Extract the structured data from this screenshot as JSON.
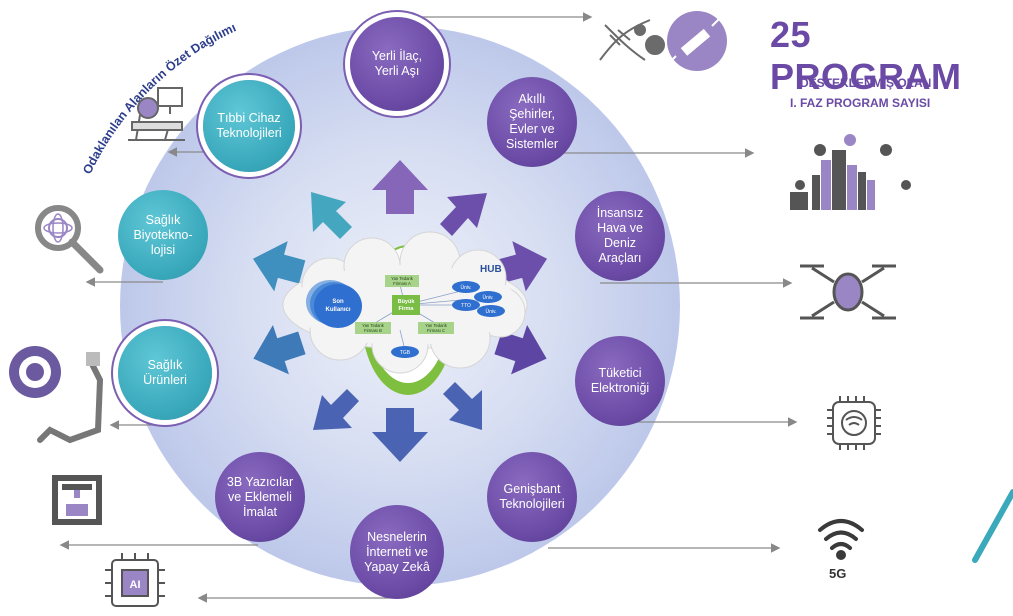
{
  "heading": {
    "curved_title": "Odaklanılan Alanların Özet Dağılımı",
    "big_number": "25 PROGRAM",
    "sub_line1": "DESTEKLENMİŞ OLAN",
    "sub_line2": "I. FAZ PROGRAM SAYISI"
  },
  "nodes": {
    "yerli_ilac": "Yerli İlaç,\nYerli Aşı",
    "akilli_sehirler": "Akıllı\nŞehirler,\nEvler ve\nSistemler",
    "insansiz_araclar": "İnsansız\nHava ve\nDeniz\nAraçları",
    "tuketici_elektronigi": "Tüketici\nElektroniği",
    "genisbant": "Genişbant\nTeknolojileri",
    "nesnelerin_interneti": "Nesnelerin\nİnterneti ve\nYapay Zekâ",
    "yazicilar": "3B Yazıcılar\nve Eklemeli\nİmalat",
    "saglik_urunleri": "Sağlık\nÜrünleri",
    "saglik_biyoteknoloji": "Sağlık\nBiyotekno-\nlojisi",
    "tibbi_cihaz": "Tıbbi Cihaz\nTeknolojileri"
  },
  "hub": {
    "label": "HUB",
    "big_firm": "Büyük\nFirma",
    "end_user": "Son\nKullanıcı",
    "supplier_a": "Yan Tedarik\nFirması A",
    "supplier_b": "Yan Tedarik\nFirması B",
    "supplier_c": "Yan Tedarik\nFirması C",
    "uni_1": "Üniv.",
    "uni_2": "Üniv.",
    "uni_3": "Üniv.",
    "tto": "TTO",
    "tgb": "TGB"
  },
  "icons": {
    "badge_5g": "5G",
    "ai_chip_label": "AI"
  },
  "colors": {
    "teal": "#3aa9bc",
    "purple": "#6a4aa5",
    "arrow_blue": "#4a63b3",
    "halo": "#c9d3ee"
  }
}
